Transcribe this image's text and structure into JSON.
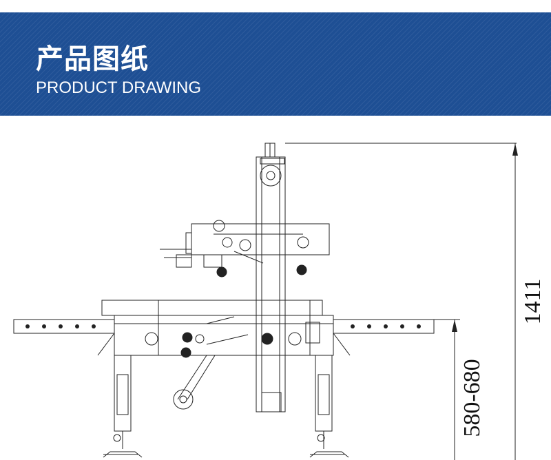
{
  "header": {
    "title_cn": "产品图纸",
    "title_en": "PRODUCT DRAWING",
    "background_color": "#1e4f94"
  },
  "drawing": {
    "overall_height_label": "1411",
    "table_height_label": "580-680"
  }
}
